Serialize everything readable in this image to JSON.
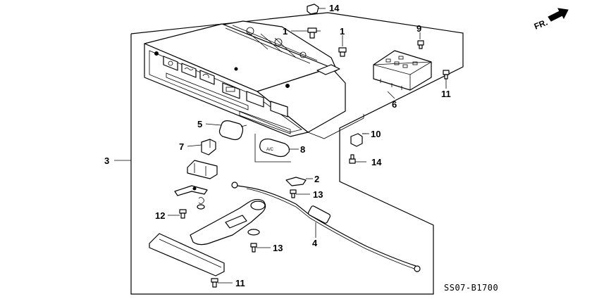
{
  "diagram_code": "SS07-B1700",
  "front_indicator": "FR.",
  "callouts": [
    {
      "id": "c14-top",
      "label": "14"
    },
    {
      "id": "c1-a",
      "label": "1"
    },
    {
      "id": "c1-b",
      "label": "1"
    },
    {
      "id": "c9",
      "label": "9"
    },
    {
      "id": "c11-right",
      "label": "11"
    },
    {
      "id": "c6",
      "label": "6"
    },
    {
      "id": "c10",
      "label": "10"
    },
    {
      "id": "c14-right",
      "label": "14"
    },
    {
      "id": "c5",
      "label": "5"
    },
    {
      "id": "c7",
      "label": "7"
    },
    {
      "id": "c8",
      "label": "8"
    },
    {
      "id": "c3",
      "label": "3"
    },
    {
      "id": "c2",
      "label": "2"
    },
    {
      "id": "c13-a",
      "label": "13"
    },
    {
      "id": "c12",
      "label": "12"
    },
    {
      "id": "c4",
      "label": "4"
    },
    {
      "id": "c13-b",
      "label": "13"
    },
    {
      "id": "c11-bottom",
      "label": "11"
    }
  ],
  "button_icons": [
    "fan-icon",
    "defrost-icon",
    "recirculation-icon",
    "ac-icon"
  ],
  "ac_switch_label": "A/C"
}
